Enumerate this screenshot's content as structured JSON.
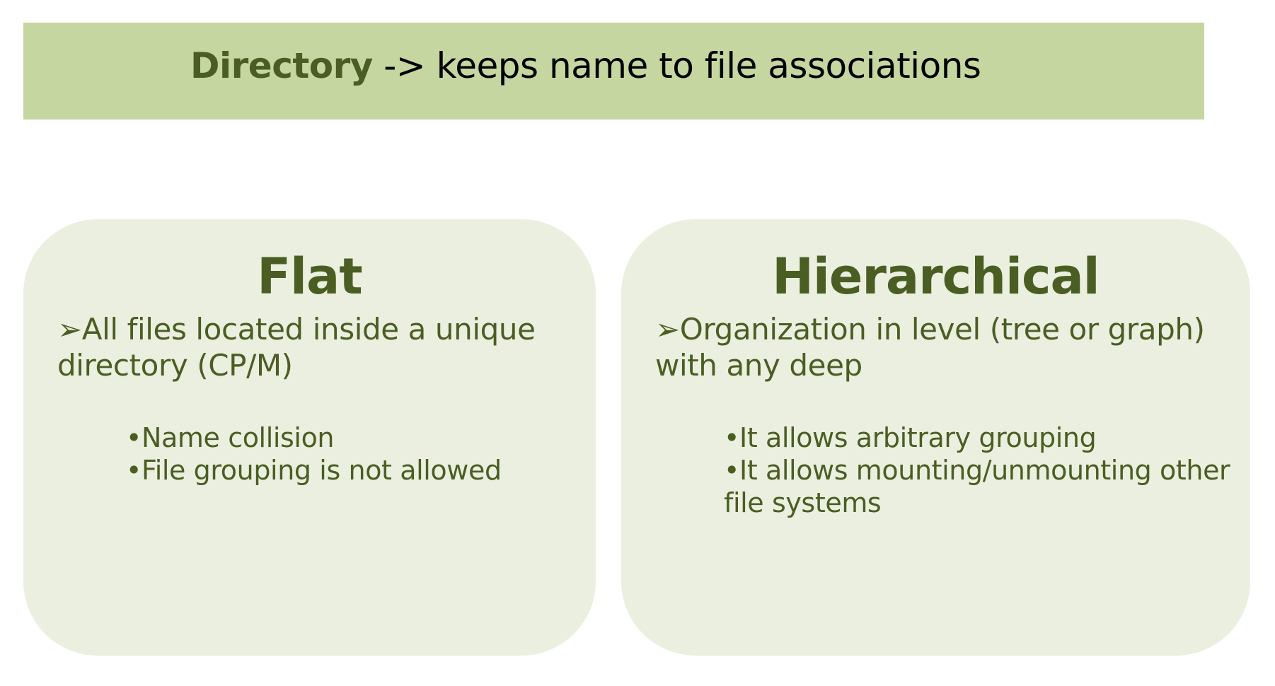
{
  "banner": {
    "strong": "Directory",
    "rest": " -> keeps name to file associations"
  },
  "cards": [
    {
      "title": "Flat",
      "bullet_marker": "➢",
      "bullet": "All files located inside a unique directory (CP/M)",
      "sub_marker": "•",
      "sub_items": [
        "Name collision",
        "File grouping is not allowed"
      ]
    },
    {
      "title": "Hierarchical",
      "bullet_marker": "➢",
      "bullet": "Organization in level (tree or graph) with any deep",
      "sub_marker": "•",
      "sub_items": [
        "It allows arbitrary grouping",
        "It allows mounting/unmounting other file systems"
      ]
    }
  ],
  "colors": {
    "banner_bg": "#c5d6a0",
    "card_bg": "#ebefdf",
    "accent_text": "#4a5e23"
  }
}
